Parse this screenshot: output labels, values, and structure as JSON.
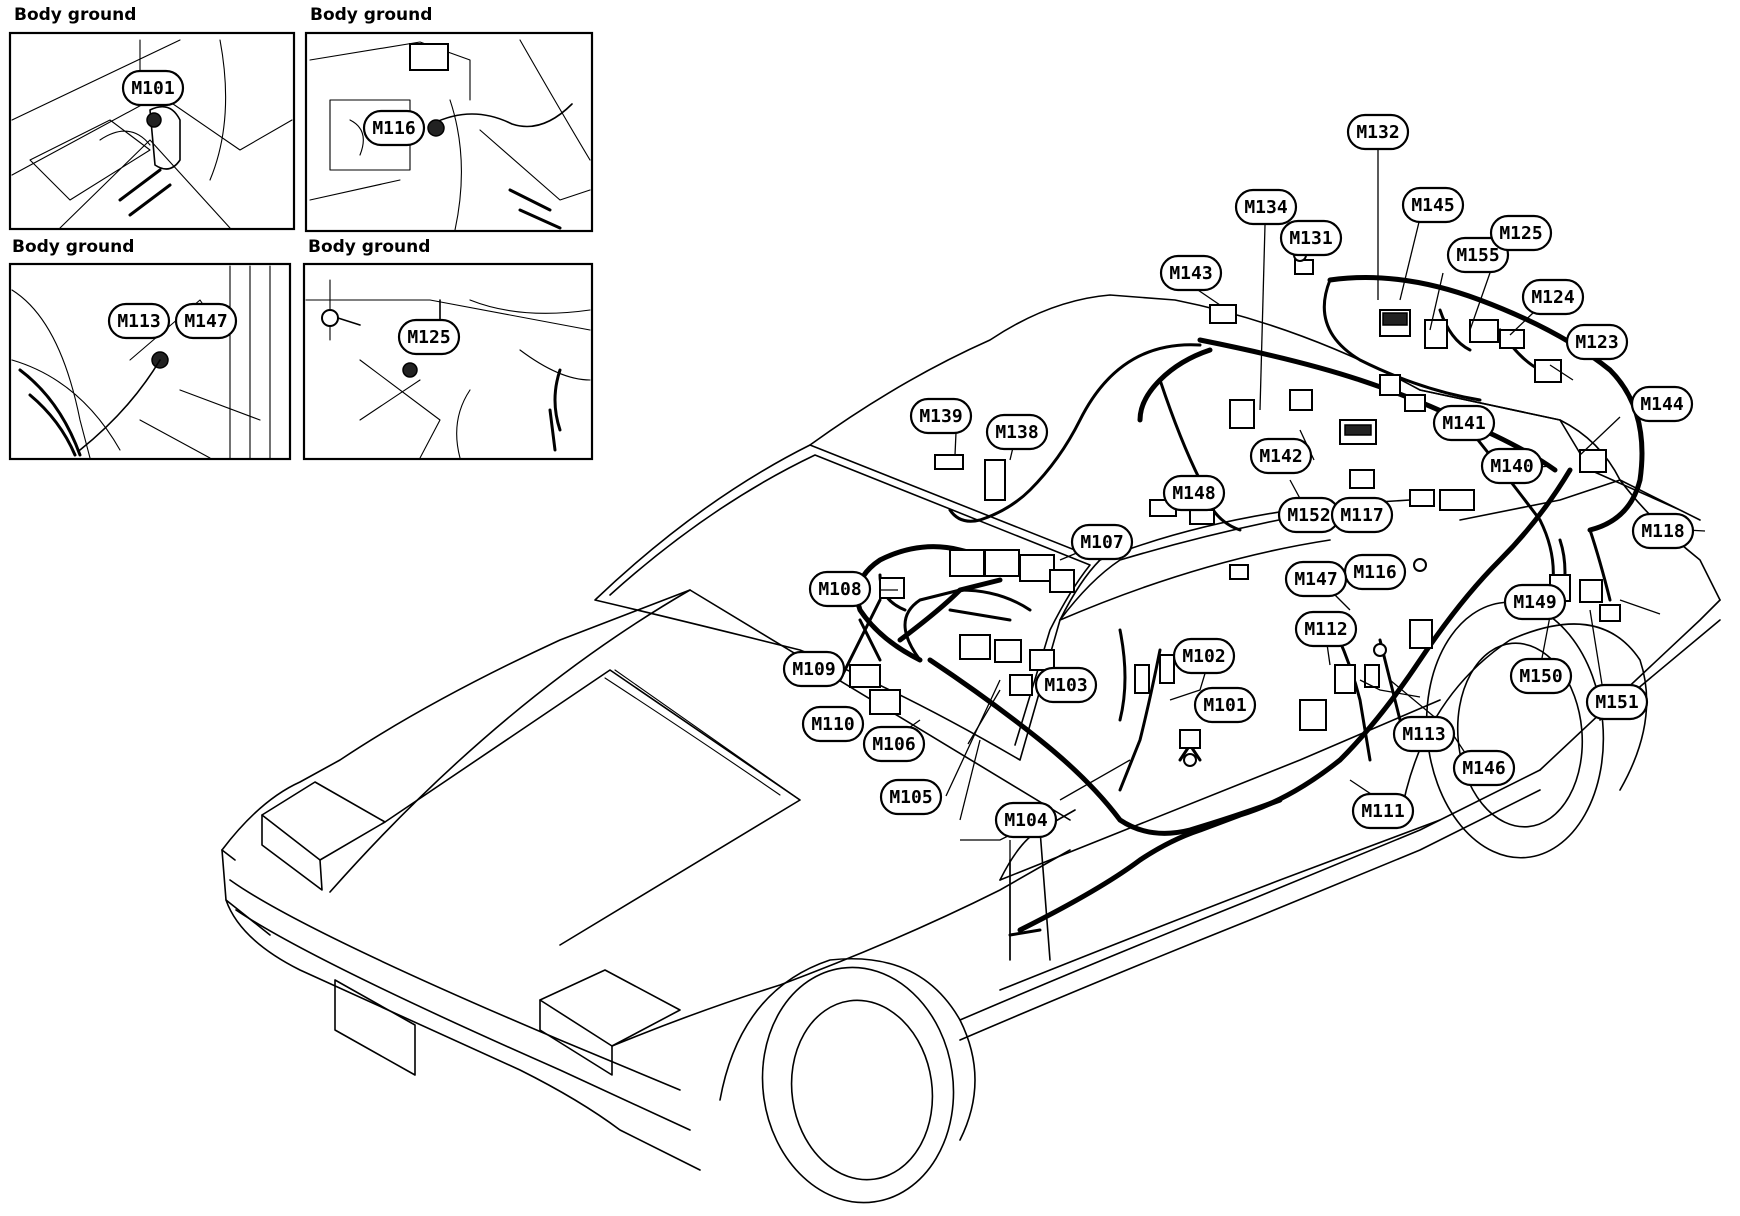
{
  "insets": [
    {
      "title": "Body ground",
      "tags": [
        "M101"
      ]
    },
    {
      "title": "Body ground",
      "tags": [
        "M116"
      ]
    },
    {
      "title": "Body ground",
      "tags": [
        "M113",
        "M147"
      ]
    },
    {
      "title": "Body ground",
      "tags": [
        "M125"
      ]
    }
  ],
  "connectors": [
    "M132",
    "M145",
    "M134",
    "M131",
    "M155",
    "M125",
    "M143",
    "M124",
    "M123",
    "M144",
    "M141",
    "M139",
    "M138",
    "M142",
    "M140",
    "M148",
    "M152",
    "M117",
    "M118",
    "M107",
    "M116",
    "M108",
    "M147",
    "M149",
    "M112",
    "M109",
    "M102",
    "M103",
    "M150",
    "M101",
    "M151",
    "M110",
    "M113",
    "M106",
    "M146",
    "M105",
    "M111",
    "M104"
  ]
}
